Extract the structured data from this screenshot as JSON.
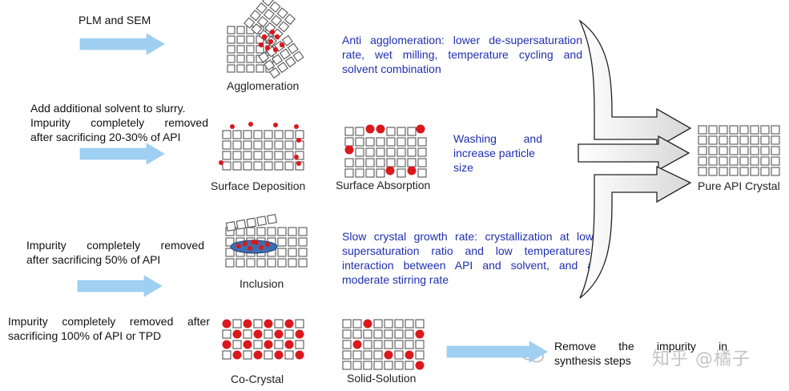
{
  "left_texts": {
    "plm_sem": "PLM and SEM",
    "surface_lines": [
      "Add additional solvent to slurry.",
      "Impurity completely removed",
      "after sacrificing 20-30% of API"
    ],
    "inclusion_lines": [
      "Impurity completely removed",
      "after sacrificing 50% of API"
    ],
    "cocrystal_lines": [
      "Impurity completely removed after",
      "sacrificing 100% of API or TPD"
    ]
  },
  "captions": {
    "agglomeration": "Agglomeration",
    "surface_deposition": "Surface Deposition",
    "surface_absorption": "Surface Absorption",
    "inclusion": "Inclusion",
    "co_crystal": "Co-Crystal",
    "solid_solution": "Solid-Solution",
    "pure_api": "Pure API Crystal"
  },
  "remedies": {
    "agglomeration_lines": [
      "Anti agglomeration: lower de-supersaturation",
      "rate, wet milling, temperature cycling and",
      "solvent combination"
    ],
    "surface_lines": [
      "Washing and",
      "increase particle",
      "size"
    ],
    "inclusion_lines": [
      "Slow crystal growth rate: crystallization at low",
      "supersaturation ratio and low temperatures,",
      "interaction between API and solvent, and a",
      "moderate stirring rate"
    ],
    "synthesis_lines": [
      "Remove the impurity in",
      "synthesis steps"
    ]
  },
  "watermark": {
    "text": "知乎 @橘子"
  },
  "colors": {
    "arrow_blue": "#9fd0f2",
    "impurity_red": "#d9191c",
    "text_blue": "#1f2fb0",
    "cell_stroke": "#555555",
    "inclusion_fill": "#3d6fb0"
  }
}
